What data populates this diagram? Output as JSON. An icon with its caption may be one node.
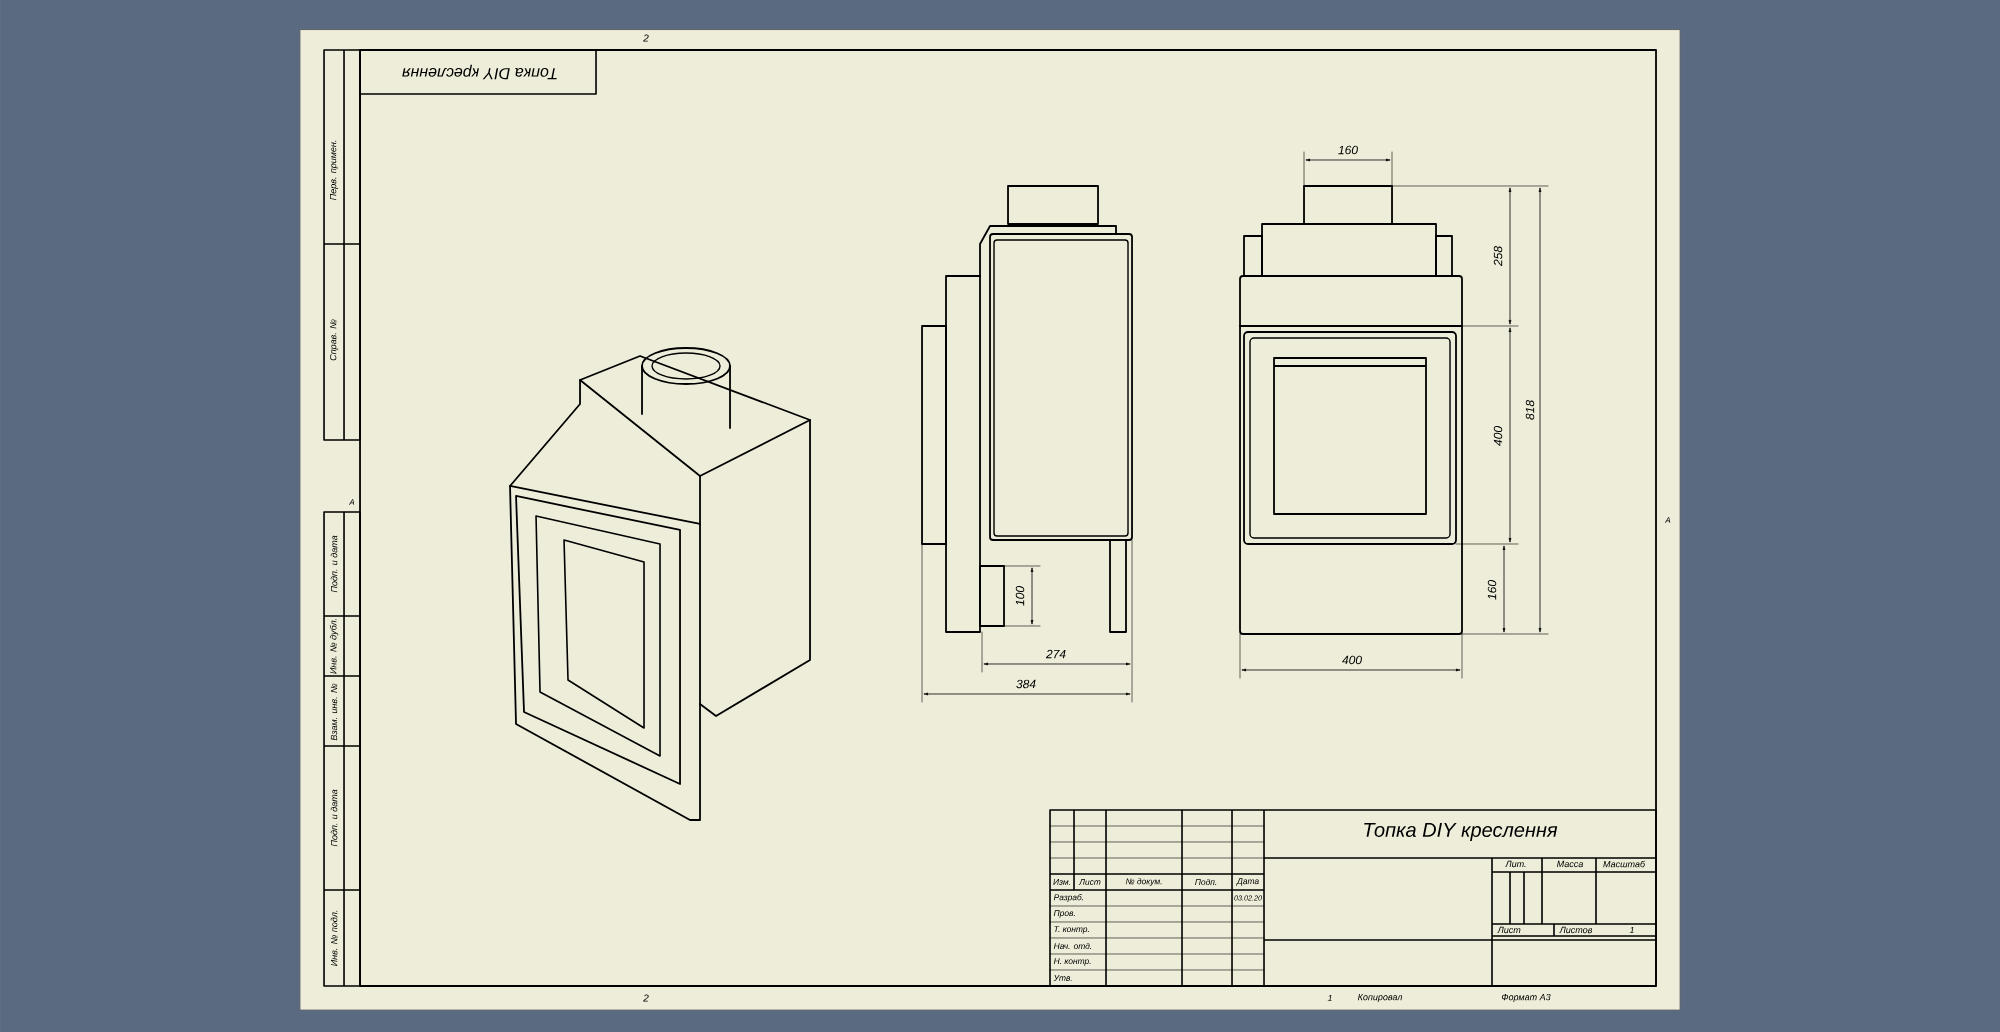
{
  "diagram": {
    "labels": [
      "Топка DIY креслення",
      "2",
      "Перв. примен.",
      "Справ. №",
      "A",
      "A",
      "160",
      "258",
      "818",
      "400",
      "100",
      "160",
      "274",
      "400",
      "384",
      "Подп. и дата",
      "Инв. № дубл.",
      "Взам. инв. №",
      "Подп. и дата",
      "Инв. № подл.",
      "Топка DIY креслення",
      "Лит.",
      "Масса",
      "Масштаб",
      "Изм.",
      "Лист",
      "№ докум.",
      "Подп.",
      "Дата",
      "Разраб.",
      "03.02.20",
      "Пров.",
      "Лист",
      "Листов",
      "1",
      "Т. контр.",
      "Нач. отд.",
      "Н. контр.",
      "Утв.",
      "2",
      "1",
      "Копировал",
      "Формат A3"
    ]
  }
}
